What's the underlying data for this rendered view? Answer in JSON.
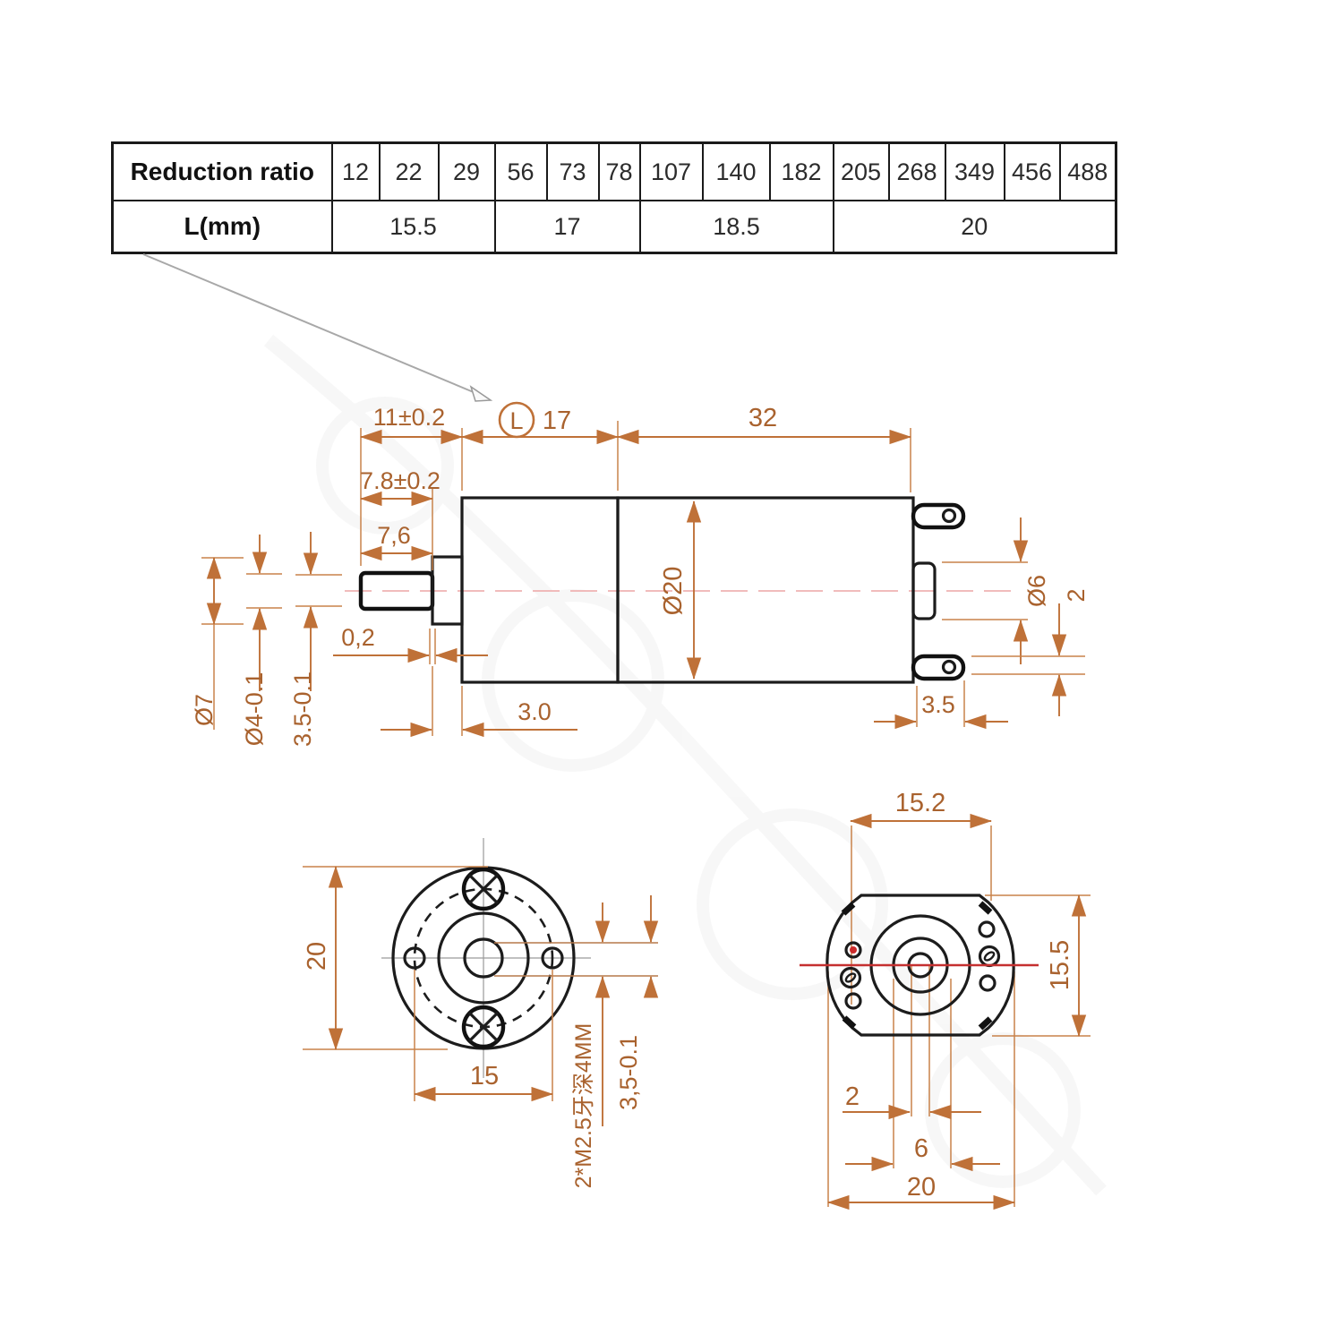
{
  "table": {
    "header_label": "Reduction ratio",
    "ratios": [
      "12",
      "22",
      "29",
      "56",
      "73",
      "78",
      "107",
      "140",
      "182",
      "205",
      "268",
      "349",
      "456",
      "488"
    ],
    "row2_label": "L(mm)",
    "lengths": [
      {
        "value": "15.5",
        "span": 3
      },
      {
        "value": "17",
        "span": 3
      },
      {
        "value": "18.5",
        "span": 3
      },
      {
        "value": "20",
        "span": 5
      }
    ]
  },
  "side_view": {
    "dims": {
      "overall_front": "11±0.2",
      "gearbox_length_symbol": "L",
      "gearbox_length": "17",
      "motor_length": "32",
      "shaft_total": "7.8±0.2",
      "shaft_flat_length": "7,6",
      "washer_thickness": "0,2",
      "boss_length": "3.0",
      "body_diameter": "Ø20",
      "boss_diameter": "Ø7",
      "shaft_diameter": "Ø4-0.1",
      "shaft_flat_height": "3.5-0.1",
      "rear_boss_diameter": "Ø6",
      "terminal_thickness": "2",
      "terminal_protrusion": "3.5"
    }
  },
  "front_view": {
    "dims": {
      "outer_diameter": "20",
      "mount_hole_spacing": "15",
      "mount_thread_note": "2*M2.5牙深4MM",
      "shaft_flat_height": "3,5-0.1"
    }
  },
  "rear_view": {
    "dims": {
      "flat_width": "15.2",
      "body_height": "15.5",
      "hub_step": "2",
      "hub_width": "6",
      "body_width": "20"
    }
  },
  "colors": {
    "dimension": "#bf7138",
    "outline": "#1c1c1c",
    "centerline_pink": "#efb2b2",
    "rear_centerline_red": "#c53030",
    "table_border": "#1a1a1a"
  }
}
